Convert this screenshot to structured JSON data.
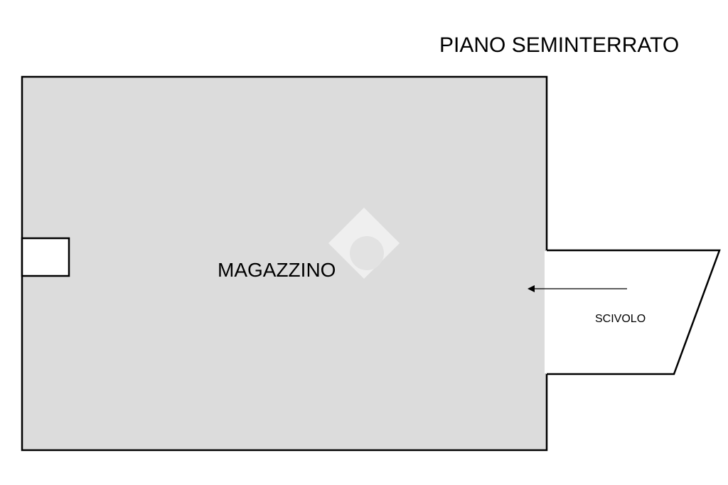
{
  "floor": {
    "title": "PIANO SEMINTERRATO"
  },
  "rooms": [
    {
      "label": "MAGAZZINO"
    }
  ],
  "ramp": {
    "label": "SCIVOLO"
  },
  "colors": {
    "room_fill": "#dcdcdc",
    "wall": "#000000",
    "background": "#ffffff",
    "watermark": "#ffffff"
  }
}
